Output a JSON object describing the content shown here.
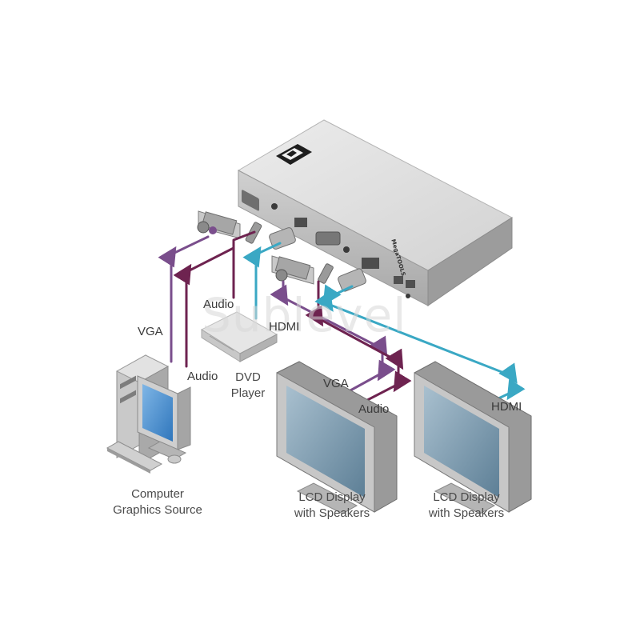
{
  "watermark": "Sublevel",
  "device": {
    "brand_text": "MegaTOOLS"
  },
  "labels": {
    "vga_left": "VGA",
    "audio_left": "Audio",
    "audio_dvd": "Audio",
    "hdmi_dvd": "HDMI",
    "vga_right": "VGA",
    "audio_right": "Audio",
    "hdmi_right": "HDMI"
  },
  "captions": {
    "dvd": [
      "DVD",
      "Player"
    ],
    "computer": [
      "Computer",
      "Graphics Source"
    ],
    "lcd1": [
      "LCD Display",
      "with Speakers"
    ],
    "lcd2": [
      "LCD Display",
      "with Speakers"
    ]
  },
  "colors": {
    "vga_cable": "#7a4e8c",
    "audio_cable": "#6e2350",
    "hdmi_cable": "#3aa8c4",
    "device_body": "#d6d6d6",
    "device_dark": "#8a8a8a"
  }
}
